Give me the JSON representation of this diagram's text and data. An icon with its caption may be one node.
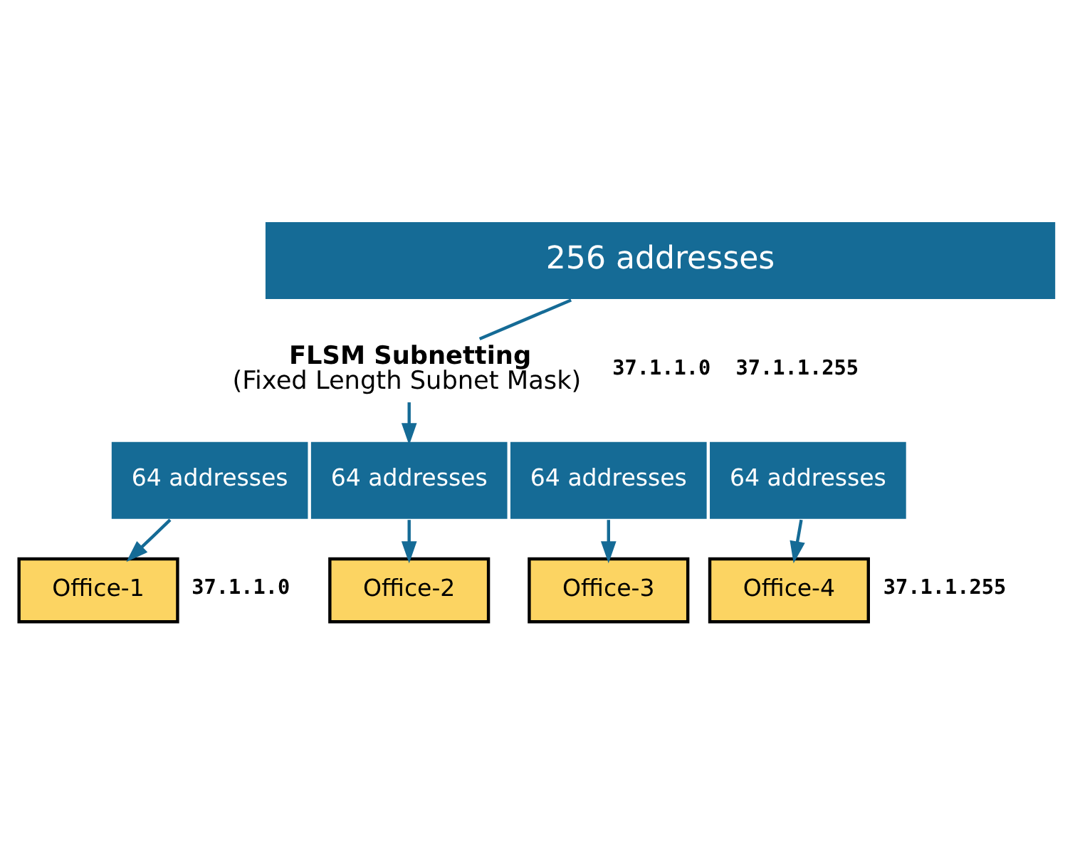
{
  "diagram": {
    "nodes": [
      {
        "text": [
          "256 addresses"
        ]
      },
      {
        "text": [
          "FLSM Subnetting",
          "(Fixed Length Subnet Mask)"
        ]
      },
      {
        "text": [
          "64 addresses"
        ]
      },
      {
        "text": [
          "64 addresses"
        ]
      },
      {
        "text": [
          "64 addresses"
        ]
      },
      {
        "text": [
          "64 addresses"
        ]
      },
      {
        "text": [
          "Office-1"
        ]
      },
      {
        "text": [
          "Office-2"
        ]
      },
      {
        "text": [
          "Office-3"
        ]
      },
      {
        "text": [
          "Office-4"
        ]
      }
    ],
    "edges": [
      {
        "from": 0,
        "to": 1,
        "arrow": "none"
      },
      {
        "from": 1,
        "to": 3,
        "arrow": "to"
      },
      {
        "from": 2,
        "to": 6,
        "arrow": "to"
      },
      {
        "from": 3,
        "to": 7,
        "arrow": "to"
      },
      {
        "from": 4,
        "to": 8,
        "arrow": "to"
      },
      {
        "from": 5,
        "to": 9,
        "arrow": "to"
      }
    ],
    "labels": [
      "37.1.1.0",
      "37.1.1.255",
      "37.1.1.0",
      "37.1.1.255"
    ]
  }
}
